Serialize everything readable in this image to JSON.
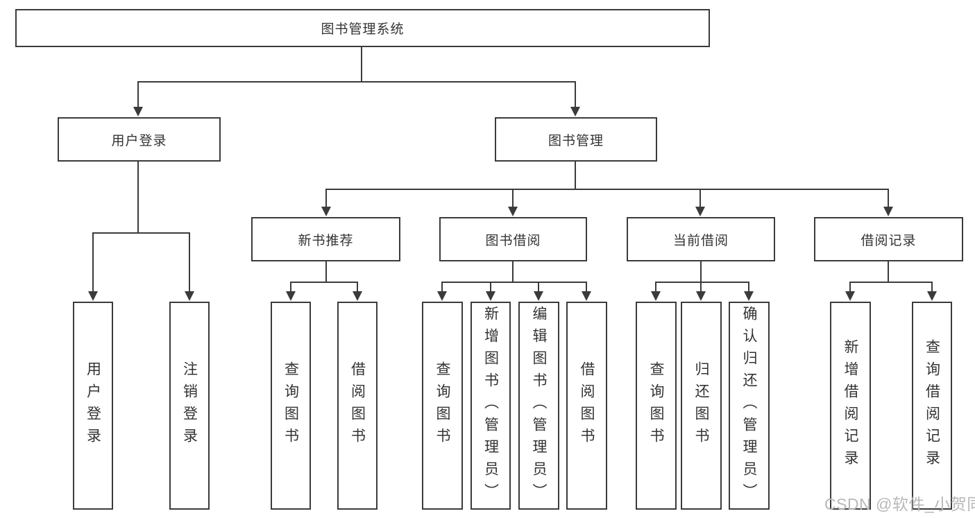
{
  "diagram": {
    "root": {
      "label": "图书管理系统"
    },
    "level2": [
      {
        "label": "用户登录"
      },
      {
        "label": "图书管理"
      }
    ],
    "level3": [
      {
        "label": "新书推荐"
      },
      {
        "label": "图书借阅"
      },
      {
        "label": "当前借阅"
      },
      {
        "label": "借阅记录"
      }
    ],
    "leaves": {
      "user_login": [
        "用户登录",
        "注销登录"
      ],
      "new_book_recommend": [
        "查询图书",
        "借阅图书"
      ],
      "book_borrow": [
        "查询图书",
        "新增图书（管理员）",
        "编辑图书（管理员）",
        "借阅图书"
      ],
      "current_borrow": [
        "查询图书",
        "归还图书",
        "确认归还（管理员）"
      ],
      "borrow_records": [
        "新增借阅记录",
        "查询借阅记录"
      ]
    },
    "watermark": "CSDN @软件_小贺同学",
    "colors": {
      "line": "#3b3b3b",
      "text": "#333333",
      "watermark": "#b8b8b8",
      "background": "#ffffff"
    }
  }
}
